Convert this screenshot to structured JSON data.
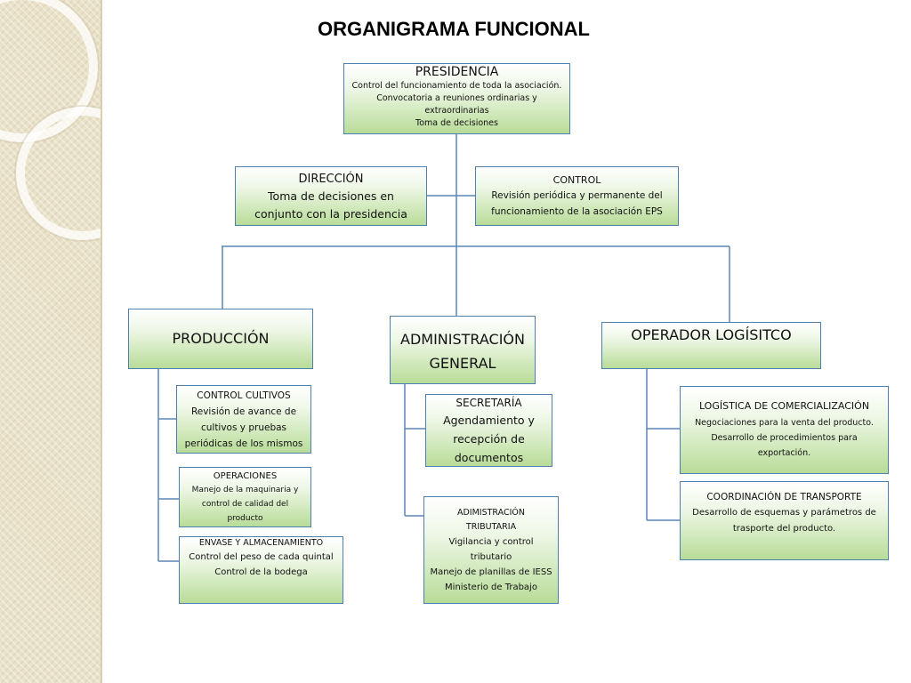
{
  "title": "ORGANIGRAMA FUNCIONAL",
  "colors": {
    "box_border": "#4f7fb0",
    "box_fill_top": "#ffffff",
    "box_fill_bottom": "#b8dc98",
    "connector": "#5b86b8"
  },
  "presidencia": {
    "title": "PRESIDENCIA",
    "lines": [
      "Control del funcionamiento de toda la asociación.",
      "Convocatoria a reuniones ordinarias y",
      "extraordinarias",
      "Toma de decisiones"
    ]
  },
  "direccion": {
    "title": "DIRECCIÓN",
    "lines": [
      "Toma de decisiones en",
      "conjunto con la presidencia"
    ]
  },
  "control": {
    "title": "CONTROL",
    "lines": [
      "Revisión periódica y permanente del",
      "funcionamiento de la asociación EPS"
    ]
  },
  "produccion": {
    "title": "PRODUCCIÓN"
  },
  "administracion": {
    "lines": [
      "ADMINISTRACIÓN",
      "GENERAL"
    ]
  },
  "operador": {
    "title": "OPERADOR LOGÍSITCO"
  },
  "control_cultivos": {
    "title": "CONTROL CULTIVOS",
    "lines": [
      "Revisión de avance de",
      "cultivos y pruebas",
      "periódicas de los mismos"
    ]
  },
  "operaciones": {
    "title": "OPERACIONES",
    "lines": [
      "Manejo de la maquinaria y",
      "control de calidad del",
      "producto"
    ]
  },
  "envase": {
    "title": "ENVASE Y ALMACENAMIENTO",
    "lines": [
      "Control del peso de cada quintal",
      "Control de la bodega"
    ]
  },
  "secretaria": {
    "title": "SECRETARÍA",
    "lines": [
      "Agendamiento y",
      "recepción de",
      "documentos"
    ]
  },
  "tributaria": {
    "title": "ADIMISTRACIÓN",
    "lines": [
      "TRIBUTARIA",
      "Vigilancia y control",
      "tributario",
      "Manejo de planillas de IESS",
      "Ministerio de Trabajo"
    ]
  },
  "logistica": {
    "title": "LOGÍSTICA DE COMERCIALIZACIÓN",
    "lines": [
      "Negociaciones para la venta del producto.",
      "Desarrollo de procedimientos para",
      "exportación."
    ]
  },
  "transporte": {
    "title": "COORDINACIÓN DE TRANSPORTE",
    "lines": [
      "Desarrollo de esquemas y parámetros de",
      "trasporte del producto."
    ]
  }
}
